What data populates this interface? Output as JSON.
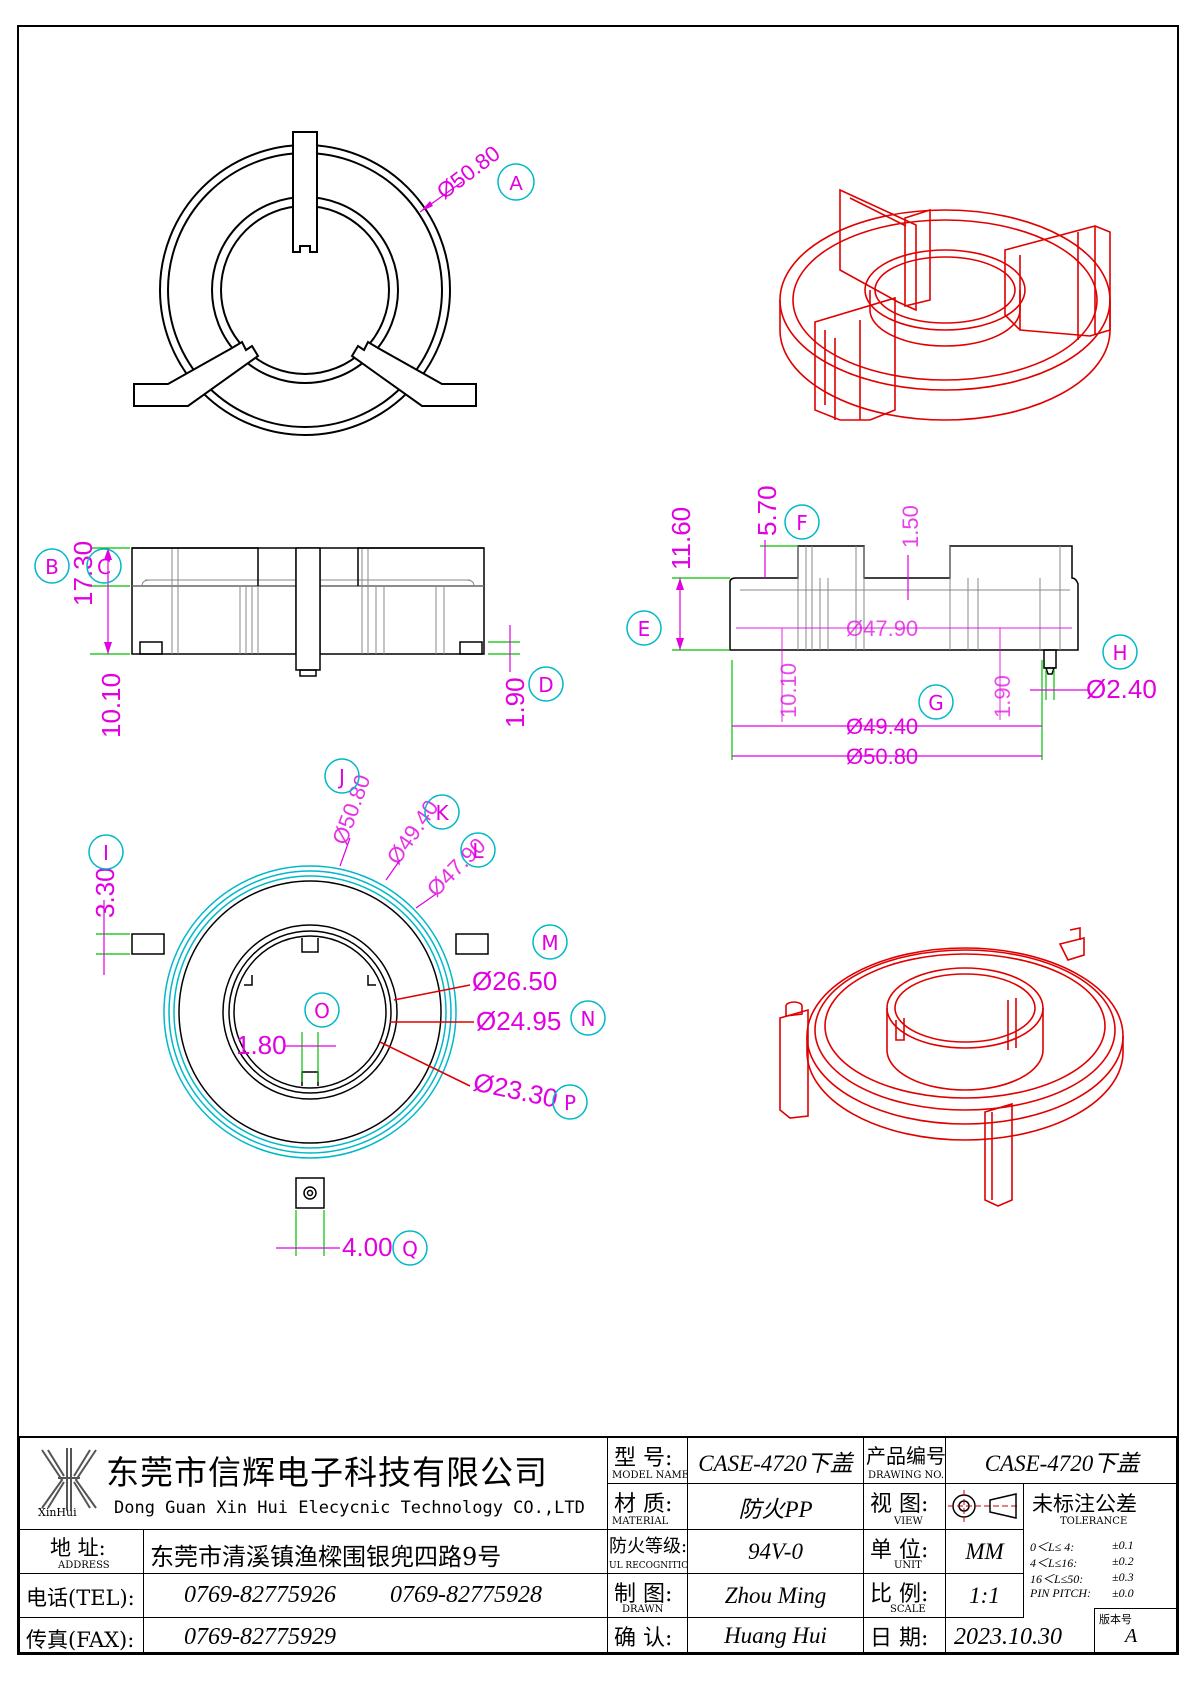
{
  "colors": {
    "outline": "#000000",
    "dimension": "#e000e0",
    "iso": "#e00000",
    "cyan": "#00b8c8",
    "green": "#00c000"
  },
  "views": {
    "top": {
      "dims": {
        "d5080": "Ø50.80"
      },
      "labels": {
        "a": "A"
      }
    },
    "front": {
      "dims": {
        "h1730": "17.30",
        "h1010": "10.10",
        "h190": "1.90"
      },
      "labels": {
        "b": "B",
        "c": "C",
        "d": "D"
      }
    },
    "side": {
      "dims": {
        "h1160": "11.60",
        "h570": "5.70",
        "h150": "1.50",
        "d4790": "Ø47.90",
        "h1010": "10.10",
        "h190": "1.90",
        "d4940": "Ø49.40",
        "d5080": "Ø50.80",
        "d240": "Ø2.40"
      },
      "labels": {
        "e": "E",
        "f": "F",
        "g": "G",
        "h": "H"
      }
    },
    "bottom": {
      "dims": {
        "d5080": "Ø50.80",
        "d4940": "Ø49.40",
        "d4790": "Ø47.90",
        "h330": "3.30",
        "d2650": "Ø26.50",
        "d2495": "Ø24.95",
        "d2330": "Ø23.30",
        "w180": "1.80",
        "w400": "4.00"
      },
      "labels": {
        "j": "J",
        "k": "K",
        "l": "L",
        "i": "I",
        "m": "M",
        "n": "N",
        "o": "O",
        "p": "P",
        "q": "Q"
      }
    }
  },
  "title_block": {
    "company_cn": "东莞市信辉电子科技有限公司",
    "company_en": "Dong Guan Xin Hui Elecycnic Technology CO.,LTD",
    "logo_text": "XinHui",
    "address_label_cn": "地 址:",
    "address_label_en": "ADDRESS",
    "address": "东莞市清溪镇渔樑围银兜四路9号",
    "tel_label": "电话(TEL):",
    "tel1": "0769-82775926",
    "tel2": "0769-82775928",
    "fax_label": "传真(FAX):",
    "fax": "0769-82775929",
    "model_label_cn": "型 号:",
    "model_label_en": "MODEL NAME",
    "model": "CASE-4720下盖",
    "material_label_cn": "材 质:",
    "material_label_en": "MATERIAL",
    "material": "防火PP",
    "ul_label_cn": "防火等级:",
    "ul_label_en": "UL RECOGNITION",
    "ul": "94V-0",
    "drawn_label_cn": "制 图:",
    "drawn_label_en": "DRAWN",
    "drawn": "Zhou Ming",
    "confirm_label_cn": "确 认:",
    "confirm": "Huang Hui",
    "product_no_label_cn": "产品编号:",
    "product_no_label_en": "DRAWING NO.",
    "product_no": "CASE-4720下盖",
    "view_label_cn": "视 图:",
    "view_label_en": "VIEW",
    "unit_label_cn": "单 位:",
    "unit_label_en": "UNIT",
    "unit": "MM",
    "scale_label_cn": "比 例:",
    "scale_label_en": "SCALE",
    "scale": "1:1",
    "date_label_cn": "日 期:",
    "date": "2023.10.30",
    "tolerance_title": "未标注公差",
    "tolerance_en": "TOLERANCE",
    "tolerances": [
      {
        "range": "0＜L≤ 4:",
        "value": "±0.1"
      },
      {
        "range": "4＜L≤16:",
        "value": "±0.2"
      },
      {
        "range": "16＜L≤50:",
        "value": "±0.3"
      },
      {
        "range": "PIN PITCH:",
        "value": "±0.0"
      }
    ],
    "version_label": "版本号",
    "version": "A"
  }
}
